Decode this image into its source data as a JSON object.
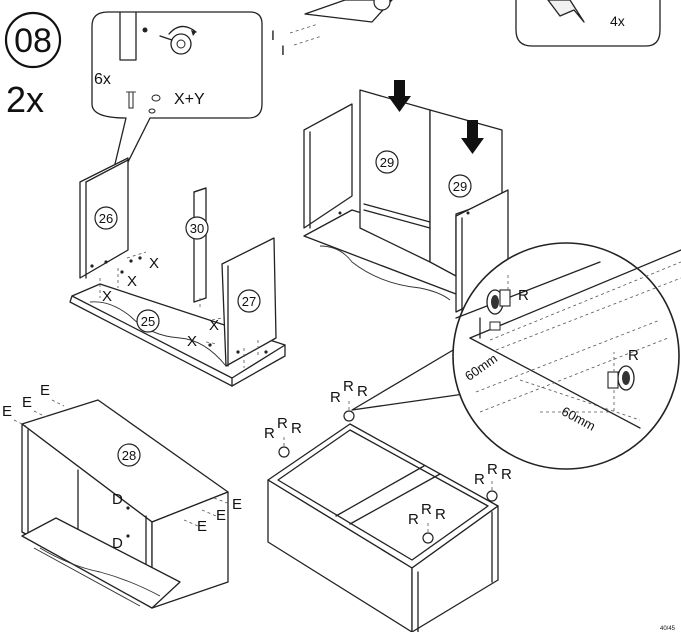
{
  "step": {
    "number": "08",
    "multiplier": "2x"
  },
  "callouts": {
    "screw_count": "6x",
    "screw_letters": "X+Y",
    "cam_marks": [
      "I",
      "I"
    ],
    "wheel_count": "4x"
  },
  "parts": {
    "p25": "25",
    "p26": "26",
    "p27": "27",
    "p28": "28",
    "p29a": "29",
    "p29b": "29",
    "p30": "30"
  },
  "letters": {
    "x": "X",
    "e": "E",
    "d": "D",
    "r": "R"
  },
  "dimensions": {
    "offset_a": "60mm",
    "offset_b": "60mm"
  },
  "footer": {
    "code": "40/45"
  }
}
